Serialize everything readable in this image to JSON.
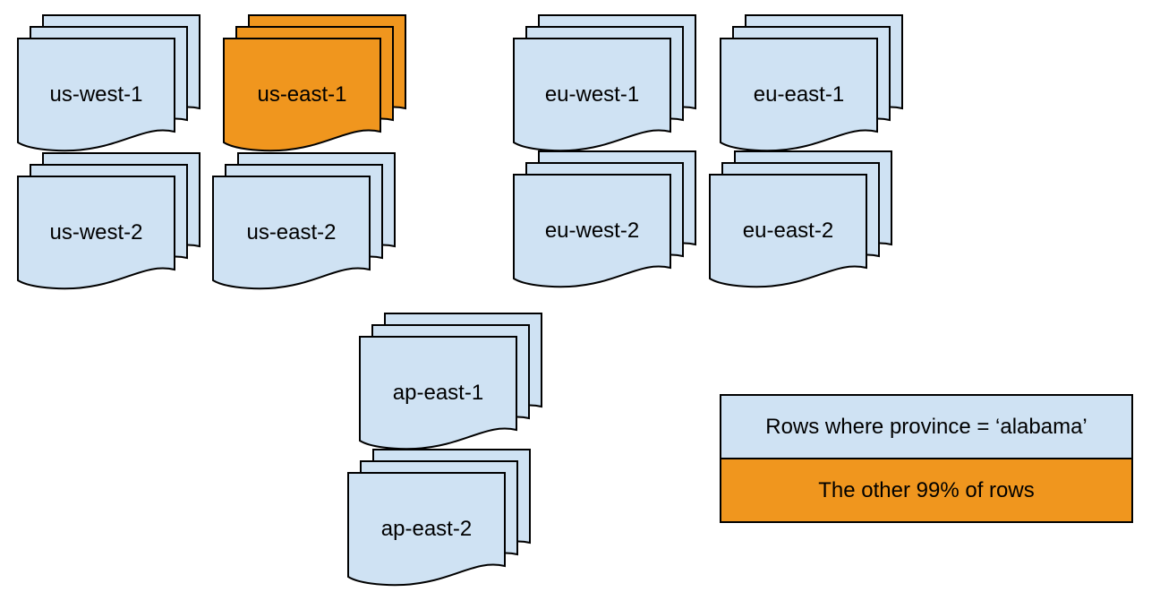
{
  "colors": {
    "background": "#ffffff",
    "doc_fill": "#cfe2f3",
    "highlight_fill": "#f0961e",
    "stroke": "#000000"
  },
  "regions": [
    {
      "label": "us-west-1",
      "highlighted": false
    },
    {
      "label": "us-east-1",
      "highlighted": true
    },
    {
      "label": "eu-west-1",
      "highlighted": false
    },
    {
      "label": "eu-east-1",
      "highlighted": false
    },
    {
      "label": "us-west-2",
      "highlighted": false
    },
    {
      "label": "us-east-2",
      "highlighted": false
    },
    {
      "label": "eu-west-2",
      "highlighted": false
    },
    {
      "label": "eu-east-2",
      "highlighted": false
    },
    {
      "label": "ap-east-1",
      "highlighted": false
    },
    {
      "label": "ap-east-2",
      "highlighted": false
    }
  ],
  "legend": {
    "items": [
      {
        "label": "Rows where province = ‘alabama’",
        "color": "#cfe2f3"
      },
      {
        "label": "The other 99% of rows",
        "color": "#f0961e"
      }
    ]
  }
}
